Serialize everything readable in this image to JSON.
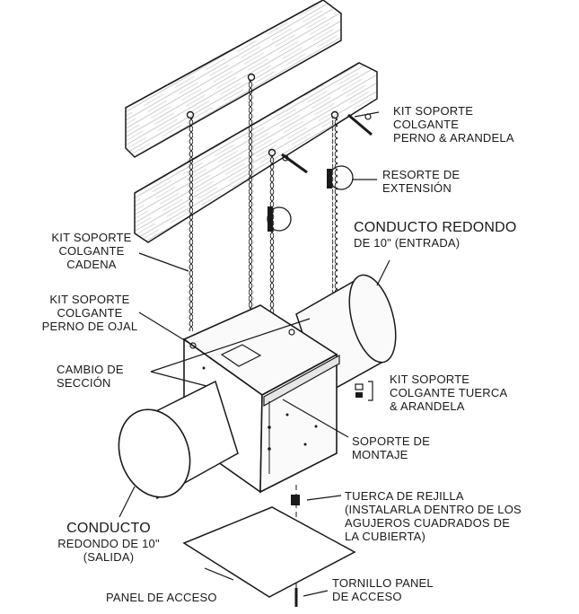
{
  "labels": {
    "hanger_bolt_washer": [
      "KIT SOPORTE",
      "COLGANTE",
      "PERNO & ARANDELA"
    ],
    "extension_spring": [
      "RESORTE DE",
      "EXTENSIÓN"
    ],
    "round_duct_inlet": [
      "CONDUCTO REDONDO",
      "DE 10\" (ENTRADA)"
    ],
    "hanger_chain": [
      "KIT SOPORTE",
      "COLGANTE",
      "CADENA"
    ],
    "hanger_eye_bolt": [
      "KIT SOPORTE",
      "COLGANTE",
      "PERNO DE OJAL"
    ],
    "section_change": [
      "CAMBIO DE",
      "SECCIÓN"
    ],
    "hanger_nut_washer": [
      "KIT SOPORTE",
      "COLGANTE TUERCA",
      "& ARANDELA"
    ],
    "mounting_bracket": [
      "SOPORTE DE",
      "MONTAJE"
    ],
    "round_duct_outlet": [
      "CONDUCTO",
      "REDONDO DE 10\"",
      "(SALIDA)"
    ],
    "grille_nut": [
      "TUERCA DE REJILLA",
      "(INSTALARLA DENTRO DE LOS",
      "AGUJEROS CUADRADOS DE",
      "LA CUBIERTA)"
    ],
    "access_panel": [
      "PANEL DE ACCESO"
    ],
    "access_panel_screw": [
      "TORNILLO PANEL",
      "DE ACCESO"
    ]
  },
  "colors": {
    "ink": "#1a1a1a",
    "wood": "#f4f4f4",
    "metal": "#fafafa"
  }
}
